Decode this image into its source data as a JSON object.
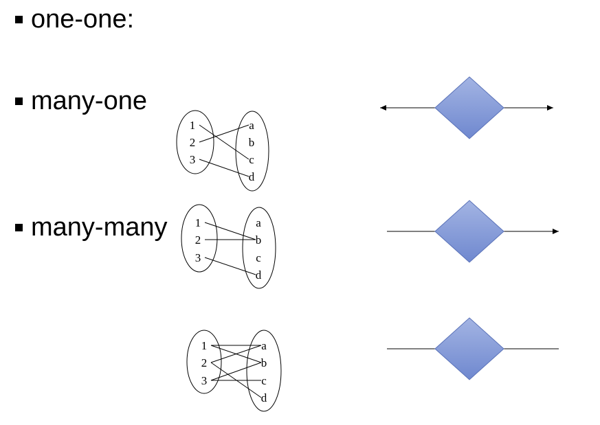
{
  "bullets": [
    "one-one:",
    "many-one",
    "many-many"
  ],
  "mappings": [
    {
      "left": [
        "1",
        "2",
        "3"
      ],
      "right": [
        "a",
        "b",
        "c",
        "d"
      ],
      "pairs": [
        [
          "1",
          "c"
        ],
        [
          "2",
          "a"
        ],
        [
          "3",
          "d"
        ]
      ]
    },
    {
      "left": [
        "1",
        "2",
        "3"
      ],
      "right": [
        "a",
        "b",
        "c",
        "d"
      ],
      "pairs": [
        [
          "1",
          "b"
        ],
        [
          "2",
          "b"
        ],
        [
          "3",
          "d"
        ]
      ]
    },
    {
      "left": [
        "1",
        "2",
        "3"
      ],
      "right": [
        "a",
        "b",
        "c",
        "d"
      ],
      "pairs": [
        [
          "1",
          "a"
        ],
        [
          "1",
          "b"
        ],
        [
          "2",
          "a"
        ],
        [
          "2",
          "d"
        ],
        [
          "3",
          "b"
        ],
        [
          "3",
          "c"
        ]
      ]
    }
  ],
  "relationships": [
    {
      "left_arrow": true,
      "right_arrow": true
    },
    {
      "left_arrow": false,
      "right_arrow": true
    },
    {
      "left_arrow": false,
      "right_arrow": false
    }
  ],
  "colors": {
    "diamond_fill_top": "#a3b4e3",
    "diamond_fill_bottom": "#6f88cf",
    "diamond_stroke": "#5a72b8",
    "line": "#000000"
  }
}
